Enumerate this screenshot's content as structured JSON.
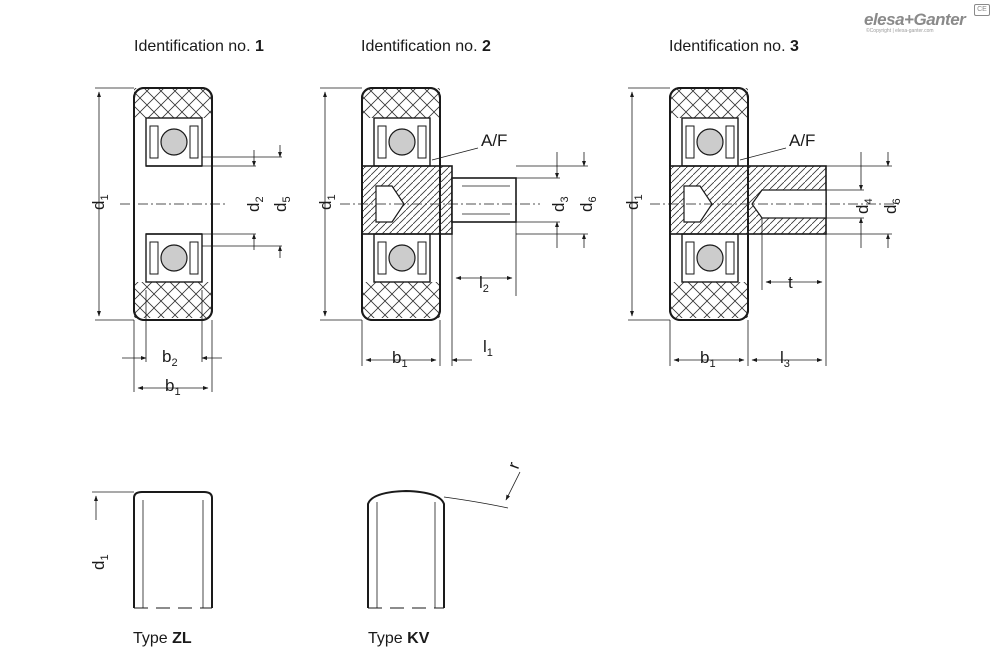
{
  "brand": {
    "name": "elesa+Ganter",
    "copyright": "©Copyright | elesa-ganter.com",
    "mark": "CE"
  },
  "views": [
    {
      "prefix": "Identification no. ",
      "number": "1"
    },
    {
      "prefix": "Identification no. ",
      "number": "2"
    },
    {
      "prefix": "Identification no. ",
      "number": "3"
    }
  ],
  "types": [
    {
      "prefix": "Type ",
      "code": "ZL"
    },
    {
      "prefix": "Type ",
      "code": "KV"
    }
  ],
  "dims": {
    "d1": [
      "d",
      "1"
    ],
    "d2": [
      "d",
      "2"
    ],
    "d3": [
      "d",
      "3"
    ],
    "d4": [
      "d",
      "4"
    ],
    "d5": [
      "d",
      "5"
    ],
    "d6": [
      "d",
      "6"
    ],
    "b1": [
      "b",
      "1"
    ],
    "b2": [
      "b",
      "2"
    ],
    "l1": [
      "l",
      "1"
    ],
    "l2": [
      "l",
      "2"
    ],
    "l3": [
      "l",
      "3"
    ],
    "t": "t",
    "af": "A/F",
    "r": "r"
  }
}
